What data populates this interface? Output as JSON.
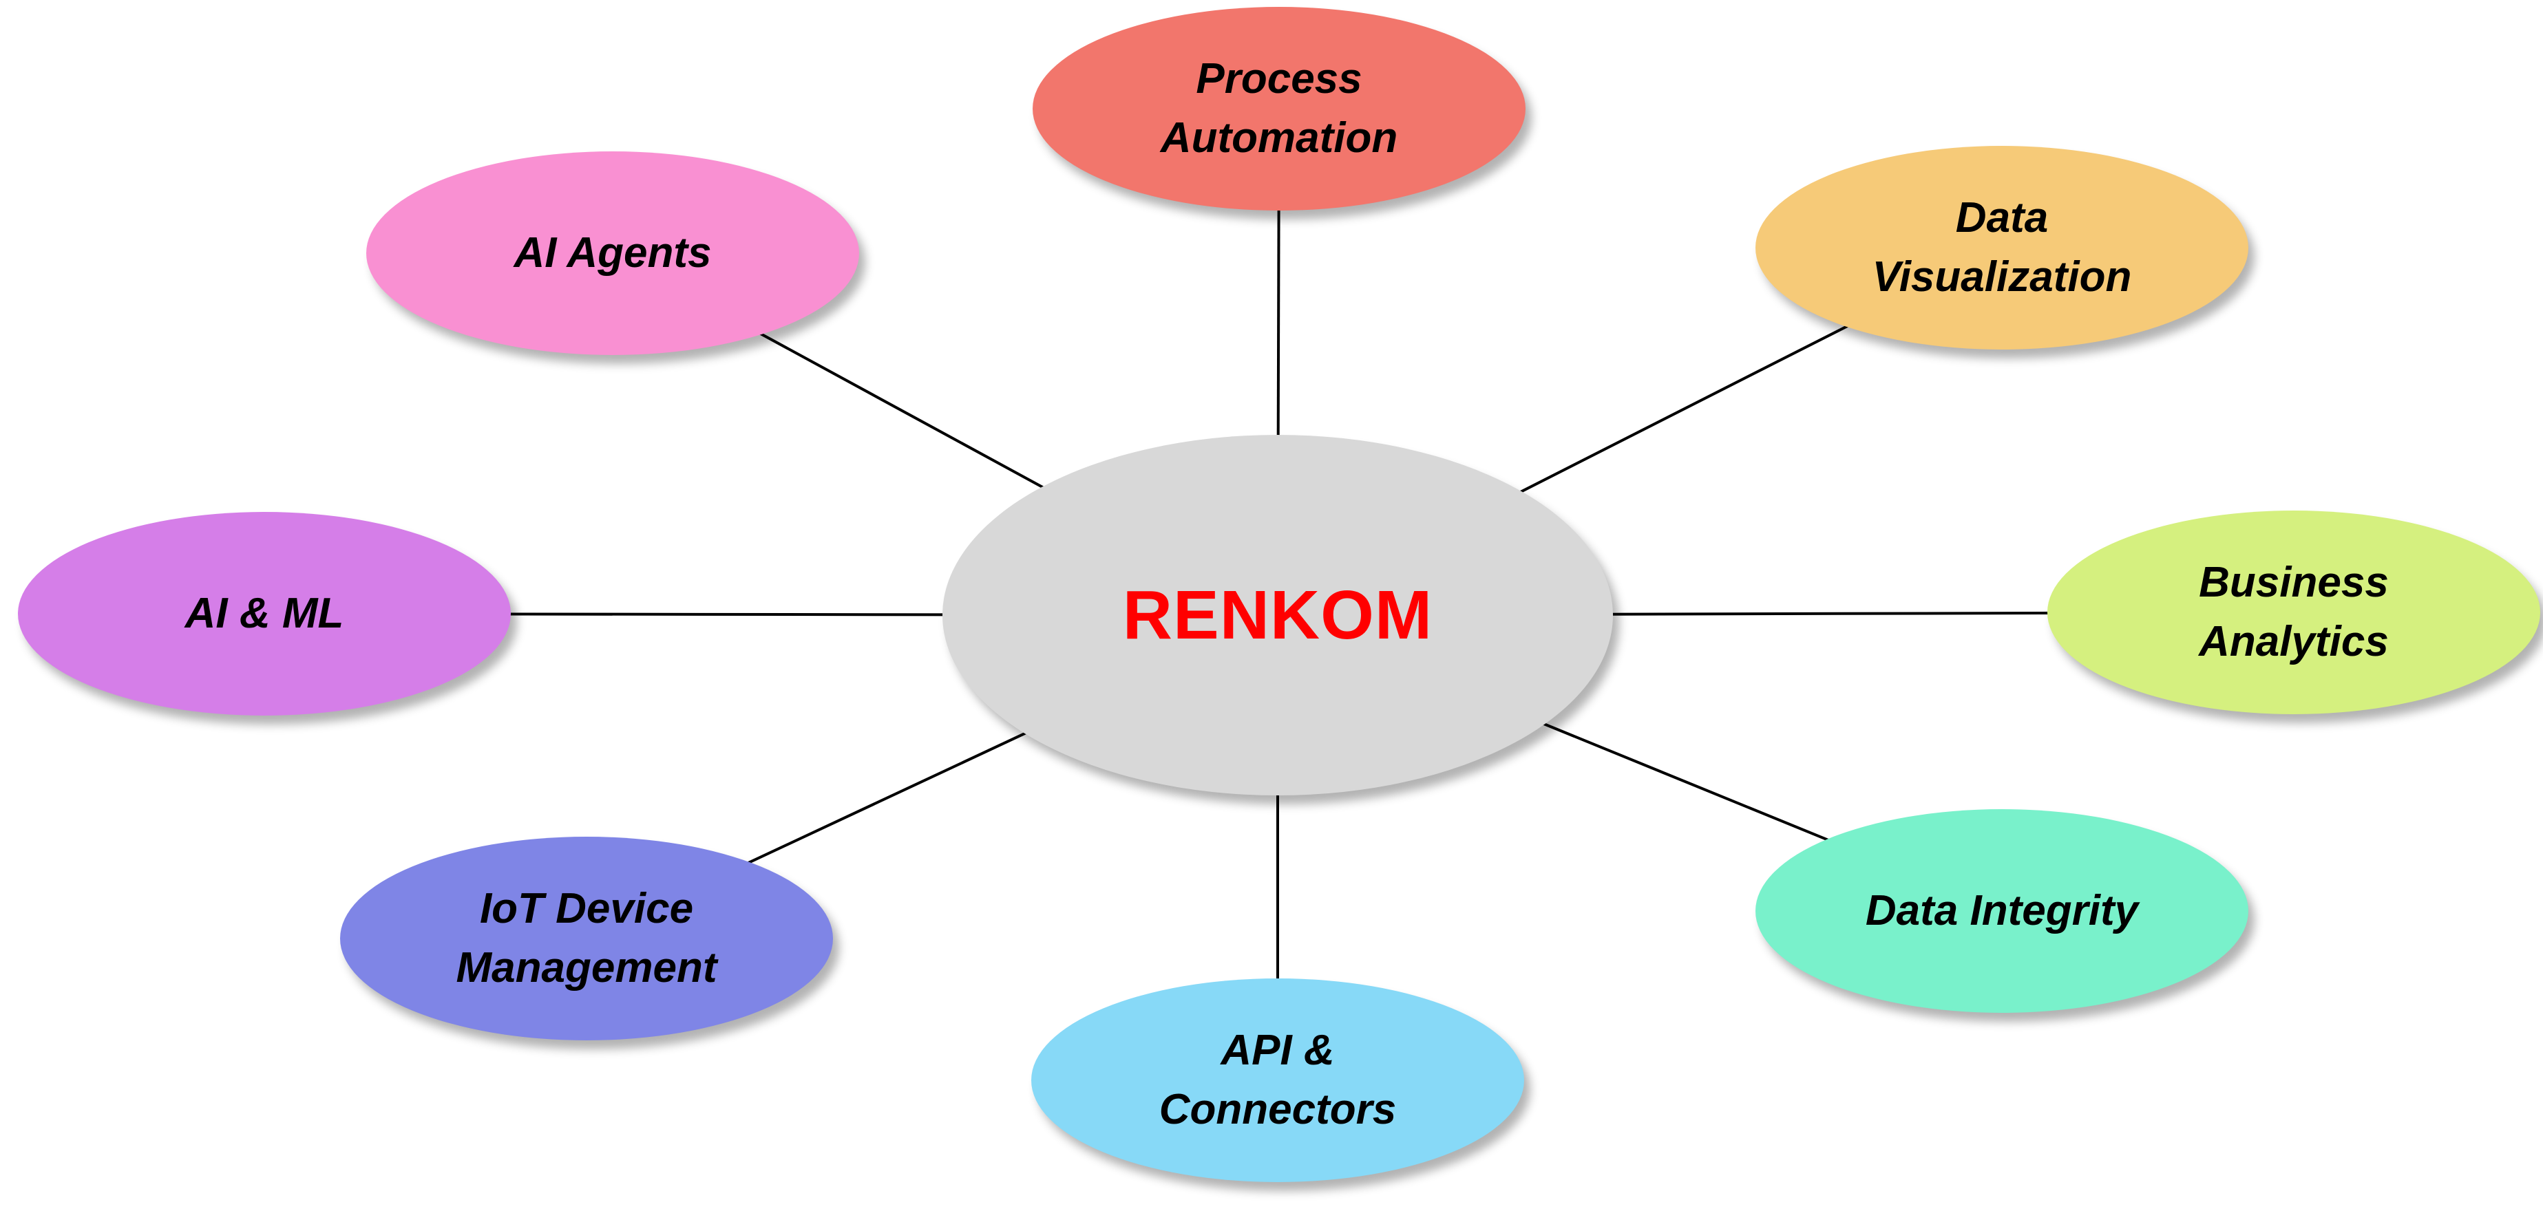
{
  "diagram": {
    "background": "#FFFFFF",
    "connector_color": "#000000",
    "center": {
      "label": "RENKOM",
      "fill": "#D8D8D8",
      "text_color": "#FF0000"
    },
    "nodes": [
      {
        "id": "process-automation",
        "label": "Process Automation",
        "lines": [
          "Process",
          "Automation"
        ],
        "fill": "#F2766C"
      },
      {
        "id": "data-visualization",
        "label": "Data Visualization",
        "lines": [
          "Data",
          "Visualization"
        ],
        "fill": "#F6CA78"
      },
      {
        "id": "business-analytics",
        "label": "Business Analytics",
        "lines": [
          "Business",
          "Analytics"
        ],
        "fill": "#D5F07F"
      },
      {
        "id": "data-integrity",
        "label": "Data Integrity",
        "lines": [
          "Data Integrity"
        ],
        "fill": "#79F1CB"
      },
      {
        "id": "api-connectors",
        "label": "API & Connectors",
        "lines": [
          "API &",
          "Connectors"
        ],
        "fill": "#87D9F7"
      },
      {
        "id": "iot-device-management",
        "label": "IoT Device Management",
        "lines": [
          "IoT Device",
          "Management"
        ],
        "fill": "#7F85E6"
      },
      {
        "id": "ai-ml",
        "label": "AI & ML",
        "lines": [
          "AI & ML"
        ],
        "fill": "#D57EE8"
      },
      {
        "id": "ai-agents",
        "label": "AI Agents",
        "lines": [
          "AI Agents"
        ],
        "fill": "#F990D2"
      }
    ]
  }
}
